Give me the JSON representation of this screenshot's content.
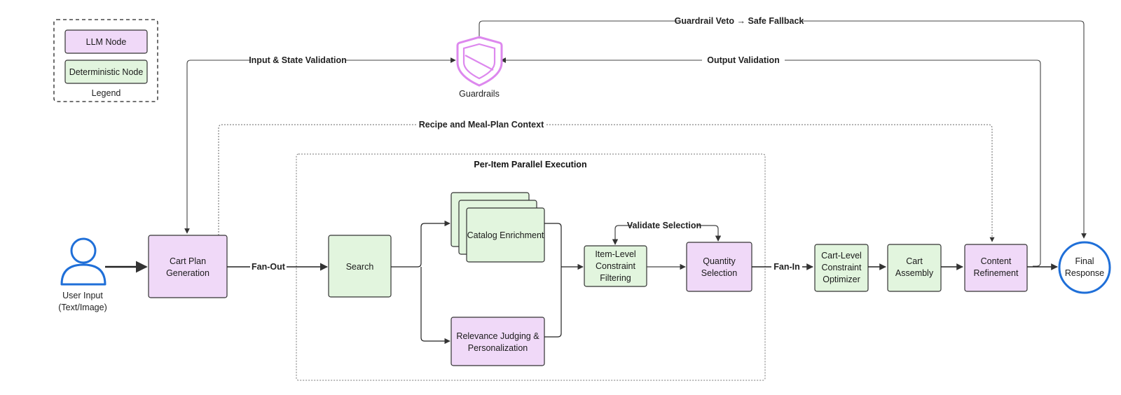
{
  "legend": {
    "llm_node": "LLM Node",
    "deterministic_node": "Deterministic Node",
    "title": "Legend"
  },
  "colors": {
    "llm_fill": "#f0d9f8",
    "deterministic_fill": "#e2f5de",
    "accent_blue": "#1f6fd8",
    "guardrail_pink": "#dd88ee",
    "stroke": "#333333"
  },
  "guardrails": {
    "label": "Guardrails",
    "icon": "shield-icon"
  },
  "user_input": {
    "line1": "User Input",
    "line2": "(Text/Image)",
    "icon": "person-icon"
  },
  "final_response": {
    "line1": "Final",
    "line2": "Response"
  },
  "group": {
    "title": "Per-Item Parallel Execution"
  },
  "nodes": {
    "cart_plan": {
      "line1": "Cart Plan",
      "line2": "Generation",
      "kind": "llm"
    },
    "search": {
      "label": "Search",
      "kind": "deterministic"
    },
    "catalog_enrichment": {
      "label": "Catalog Enrichment",
      "kind": "deterministic"
    },
    "relevance_judging": {
      "line1": "Relevance Judging &",
      "line2": "Personalization",
      "kind": "llm"
    },
    "item_filter": {
      "line1": "Item-Level",
      "line2": "Constraint",
      "line3": "Filtering",
      "kind": "deterministic"
    },
    "quantity_selection": {
      "line1": "Quantity",
      "line2": "Selection",
      "kind": "llm"
    },
    "cart_optimizer": {
      "line1": "Cart-Level",
      "line2": "Constraint",
      "line3": "Optimizer",
      "kind": "deterministic"
    },
    "cart_assembly": {
      "line1": "Cart",
      "line2": "Assembly",
      "kind": "deterministic"
    },
    "content_refinement": {
      "line1": "Content",
      "line2": "Refinement",
      "kind": "llm"
    }
  },
  "edges": {
    "guardrail_veto": "Guardrail Veto → Safe Fallback",
    "input_validation": "Input & State Validation",
    "output_validation": "Output Validation",
    "recipe_context": "Recipe and Meal-Plan Context",
    "fan_out": "Fan-Out",
    "fan_in": "Fan-In",
    "validate_selection": "Validate Selection"
  }
}
